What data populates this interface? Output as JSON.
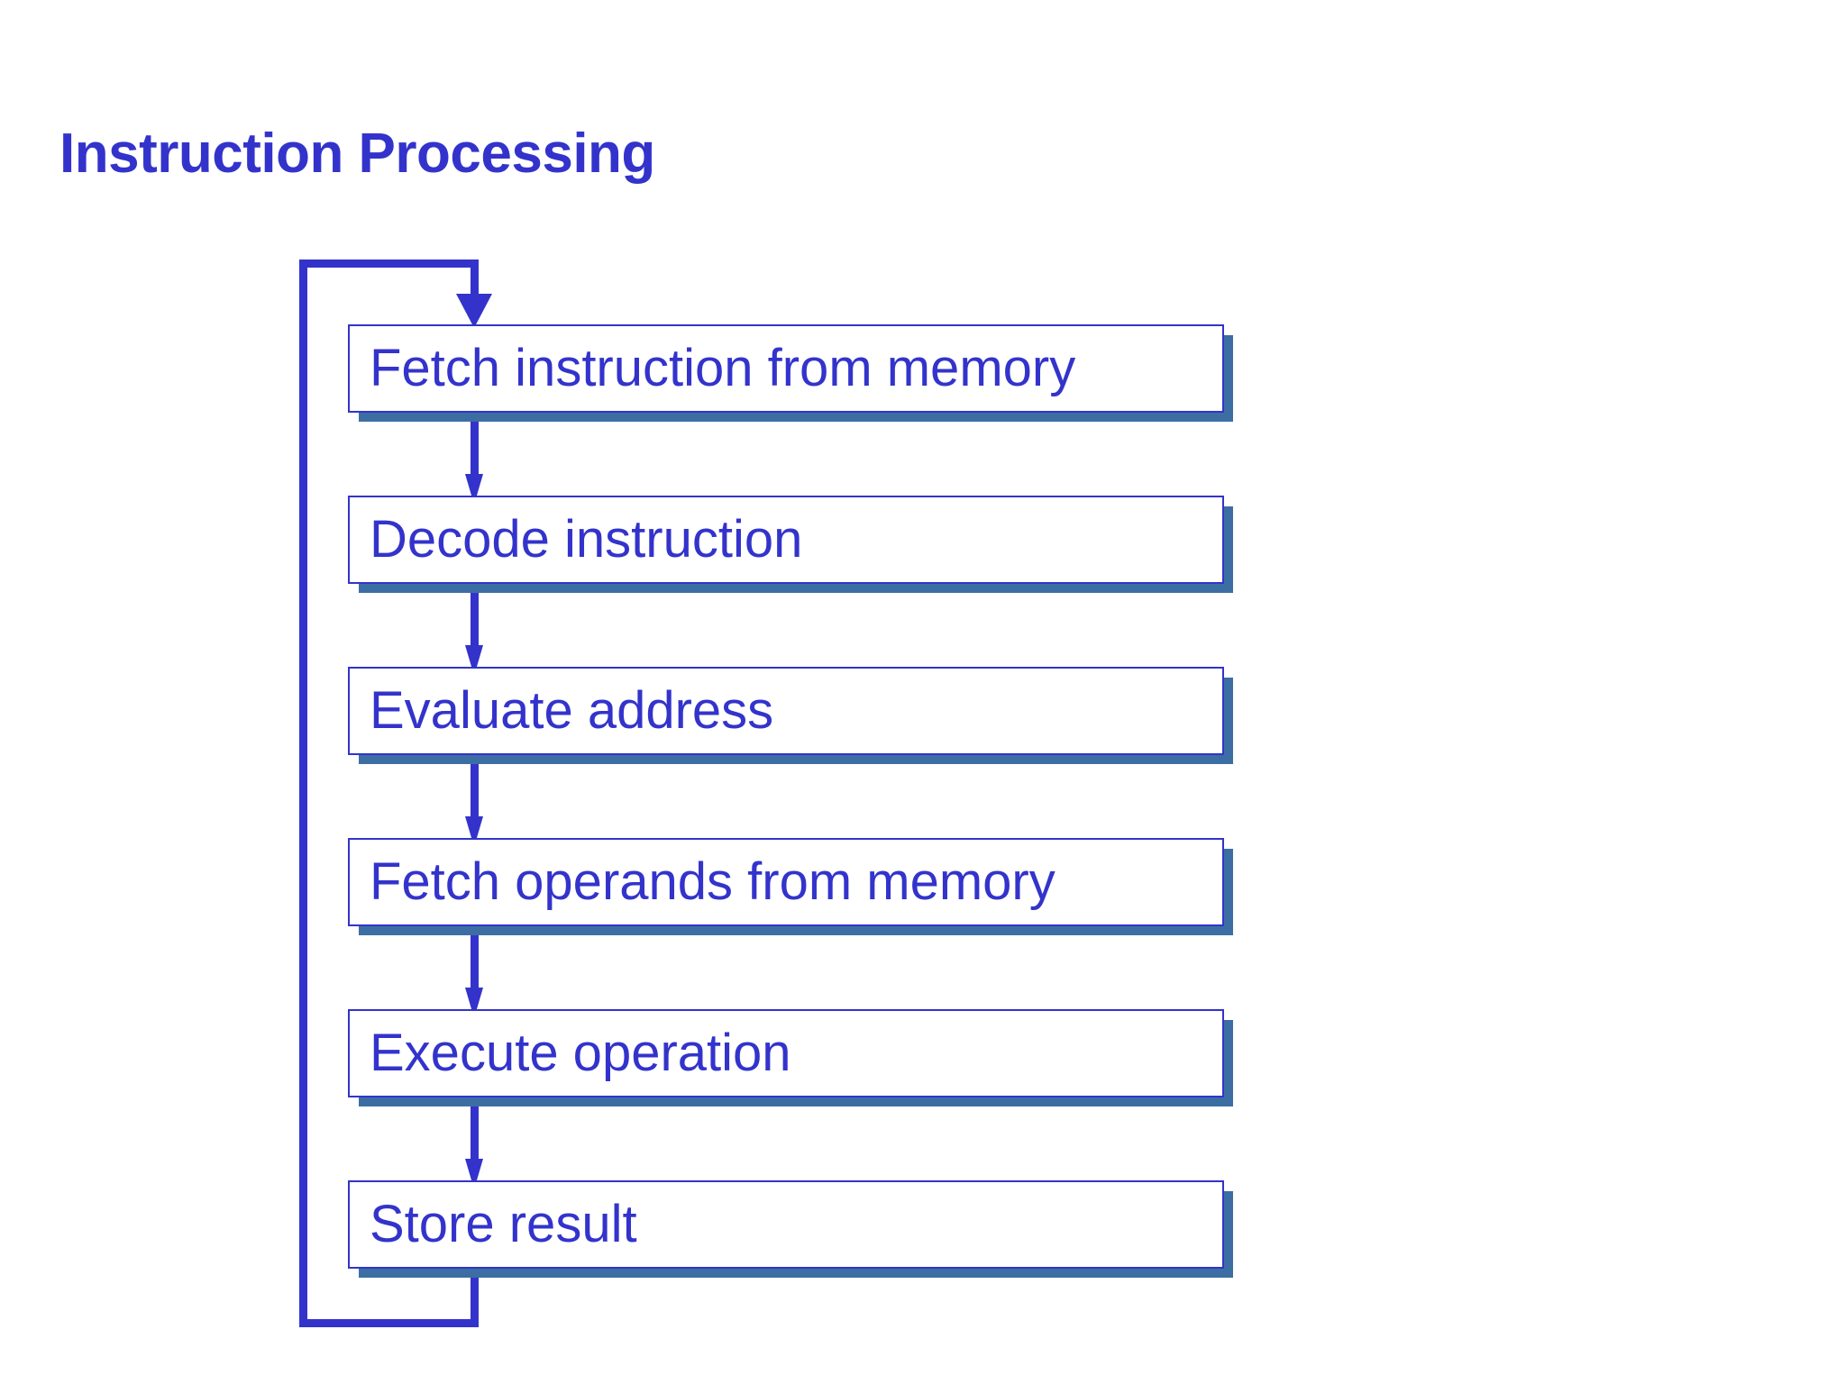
{
  "slide": {
    "title": "Instruction Processing",
    "background_color": "#FFFFFF",
    "accent_color": "#3333CC",
    "shadow_color": "#3D6EA3"
  },
  "diagram": {
    "type": "flowchart",
    "orientation": "vertical",
    "loop_back": true,
    "loop_from": "Store result",
    "loop_to": "Fetch instruction from memory",
    "steps": [
      {
        "index": 1,
        "label": "Fetch instruction from memory"
      },
      {
        "index": 2,
        "label": "Decode instruction"
      },
      {
        "index": 3,
        "label": "Evaluate address"
      },
      {
        "index": 4,
        "label": "Fetch operands from memory"
      },
      {
        "index": 5,
        "label": "Execute operation"
      },
      {
        "index": 6,
        "label": "Store result"
      }
    ],
    "connectors": [
      {
        "from": 1,
        "to": 2,
        "icon": "arrow-down-icon"
      },
      {
        "from": 2,
        "to": 3,
        "icon": "arrow-down-icon"
      },
      {
        "from": 3,
        "to": 4,
        "icon": "arrow-down-icon"
      },
      {
        "from": 4,
        "to": 5,
        "icon": "arrow-down-icon"
      },
      {
        "from": 5,
        "to": 6,
        "icon": "arrow-down-icon"
      },
      {
        "from": 6,
        "to": 1,
        "icon": "loop-arrow-icon"
      }
    ]
  }
}
